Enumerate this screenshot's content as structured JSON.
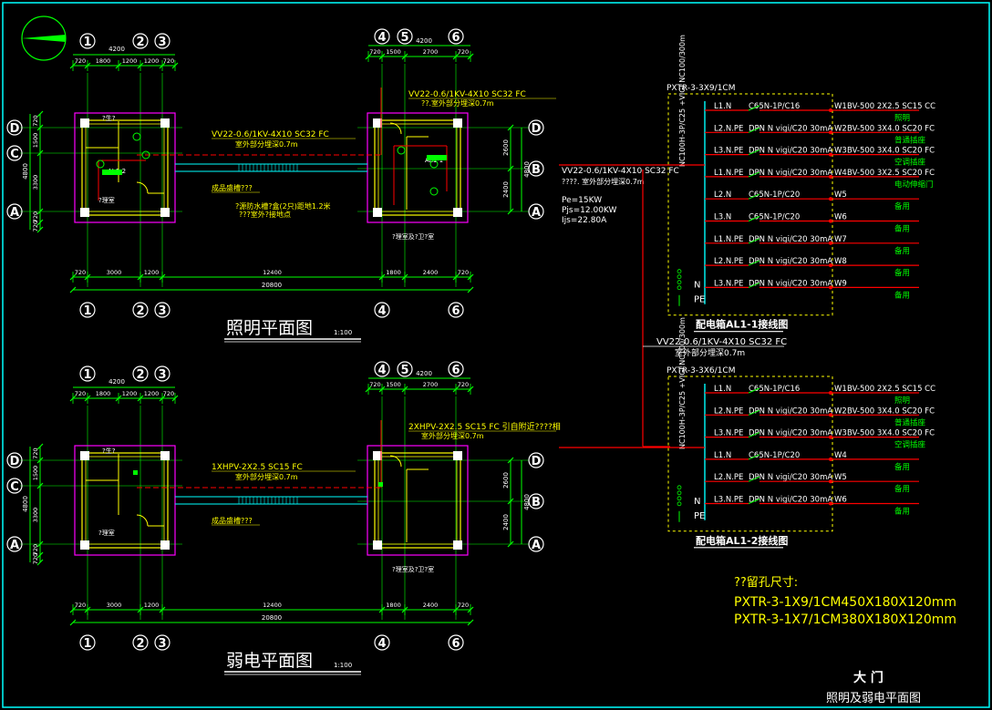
{
  "colors": {
    "background": "#000000",
    "frame": "#00ffff",
    "wall": "#ffff00",
    "column": "#ffffff",
    "grid": "#00ff00",
    "circuit_red": "#ff0000",
    "cable_cyan": "#00ffff",
    "room_outline": "#ff00ff",
    "text_white": "#ffffff",
    "text_yellow": "#ffff00",
    "text_green": "#00ff00",
    "box_dashed": "#ffff00"
  },
  "axis_labels": {
    "a1": "1",
    "a2": "2",
    "a3": "3",
    "a4": "4",
    "a5": "5",
    "a6": "6",
    "rA": "A",
    "rB": "B",
    "rC": "C",
    "rD": "D"
  },
  "plan1": {
    "title": "照明平面图",
    "scale": "1:100",
    "dims_top_left": [
      "720",
      "1800",
      "1200",
      "1200",
      "720"
    ],
    "dim_top_left_total": "4200",
    "dims_top_right": [
      "720",
      "1500",
      "2700",
      "720"
    ],
    "dim_top_right_total": "4200",
    "dims_bottom": [
      "720",
      "3000",
      "1200",
      "12400",
      "1800",
      "2400",
      "720"
    ],
    "dim_bottom_total": "20800",
    "dims_left": [
      "720",
      "1500",
      "3300",
      "720",
      "720"
    ],
    "dim_left_total": "4800",
    "dims_right": [
      "2600",
      "2400"
    ],
    "dim_right_total": "4800",
    "cable_main": "VV22-0.6/1KV-4X10 SC32 FC",
    "cable_main_note": "室外部分埋深0.7m",
    "cable_right": "VV22-0.6/1KV-4X10 SC32 FC",
    "cable_right_note": "??.室外部分埋深0.7m",
    "trench_note": "成品盛槽???",
    "ground_note": "?源防水槽?盒(2只)距地1.2米",
    "ground_note2": "???室外?接地点",
    "panel_label": "AL1-2",
    "panel_label_right": "AL1-1",
    "room_note_left": "?理室",
    "room_note_right": "?理室及?卫?室",
    "small_label": "?生?"
  },
  "plan2": {
    "title": "弱电平面图",
    "scale": "1:100",
    "dims_top_left": [
      "720",
      "1800",
      "1200",
      "1200",
      "720"
    ],
    "dim_top_left_total": "4200",
    "dims_top_right": [
      "720",
      "1500",
      "2700",
      "720"
    ],
    "dim_top_right_total": "4200",
    "dims_bottom": [
      "720",
      "3000",
      "1200",
      "12400",
      "1800",
      "2400",
      "720"
    ],
    "dim_bottom_total": "20800",
    "dims_left": [
      "720",
      "1500",
      "3300",
      "720",
      "720"
    ],
    "dim_left_total": "4800",
    "dims_right": [
      "2600",
      "2400"
    ],
    "dim_right_total": "4800",
    "cable_main": "1XHPV-2X2.5 SC15 FC",
    "cable_main_note": "室外部分埋深0.7m",
    "cable_right": "2XHPV-2X2.5 SC15 FC 引自附近????相",
    "cable_right_note": "室外部分埋深0.7m",
    "trench_note": "成品盛槽???",
    "room_note_left": "?理室",
    "room_note_right": "?理室及?卫?室",
    "small_label": "?生?"
  },
  "box1": {
    "header": "PXTR-3-3X9/1CM",
    "caption": "配电箱AL1-1接线图",
    "incoming": "VV22-0.6/1KV-4X10 SC32 FC",
    "incoming_note": "????. 室外部分埋深0.7m",
    "main_breaker": "NC100H-3P/C25 +VIGI NC100/300m",
    "pe": "Pe=15KW",
    "pjs": "Pjs=12.00KW",
    "ijs": "Ijs=22.80A",
    "n_label": "N",
    "pe_label": "PE",
    "circuits": [
      {
        "phase": "L1.N",
        "breaker": "C65N-1P/C16",
        "id": "W1",
        "cable": "BV-500 2X2.5 SC15 CC",
        "use": "照明"
      },
      {
        "phase": "L2.N.PE",
        "breaker": "DPN N vigi/C20 30mA",
        "id": "W2",
        "cable": "BV-500 3X4.0 SC20 FC",
        "use": "普通插座"
      },
      {
        "phase": "L3.N.PE",
        "breaker": "DPN N vigi/C20 30mA",
        "id": "W3",
        "cable": "BV-500 3X4.0 SC20 FC",
        "use": "空调插座"
      },
      {
        "phase": "L1.N.PE",
        "breaker": "DPN N vigi/C20 30mA",
        "id": "W4",
        "cable": "BV-500 3X2.5 SC20 FC",
        "use": "电动伸缩门"
      },
      {
        "phase": "L2.N",
        "breaker": "C65N-1P/C20",
        "id": "W5",
        "cable": "",
        "use": "备用"
      },
      {
        "phase": "L3.N",
        "breaker": "C65N-1P/C20",
        "id": "W6",
        "cable": "",
        "use": "备用"
      },
      {
        "phase": "L1.N.PE",
        "breaker": "DPN N vigi/C20 30mA",
        "id": "W7",
        "cable": "",
        "use": "备用"
      },
      {
        "phase": "L2.N.PE",
        "breaker": "DPN N vigi/C20 30mA",
        "id": "W8",
        "cable": "",
        "use": "备用"
      },
      {
        "phase": "L3.N.PE",
        "breaker": "DPN N vigi/C20 30mA",
        "id": "W9",
        "cable": "",
        "use": "备用"
      }
    ]
  },
  "link_cable": "VV22-0.6/1KV-4X10 SC32 FC",
  "link_cable_note": "室外部分埋深0.7m",
  "box2": {
    "header": "PXTR-3-3X6/1CM",
    "caption": "配电箱AL1-2接线图",
    "main_breaker": "NC100H-3P/C25 +VIGI NC100/300m",
    "n_label": "N",
    "pe_label": "PE",
    "circuits": [
      {
        "phase": "L1.N",
        "breaker": "C65N-1P/C16",
        "id": "W1",
        "cable": "BV-500 2X2.5 SC15 CC",
        "use": "照明"
      },
      {
        "phase": "L2.N.PE",
        "breaker": "DPN N vigi/C20 30mA",
        "id": "W2",
        "cable": "BV-500 3X4.0 SC20 FC",
        "use": "普通插座"
      },
      {
        "phase": "L3.N.PE",
        "breaker": "DPN N vigi/C20 30mA",
        "id": "W3",
        "cable": "BV-500 3X4.0 SC20 FC",
        "use": "空调插座"
      },
      {
        "phase": "L1.N",
        "breaker": "C65N-1P/C20",
        "id": "W4",
        "cable": "",
        "use": "备用"
      },
      {
        "phase": "L2.N.PE",
        "breaker": "DPN N vigi/C20 30mA",
        "id": "W5",
        "cable": "",
        "use": "备用"
      },
      {
        "phase": "L3.N.PE",
        "breaker": "DPN N vigi/C20 30mA",
        "id": "W6",
        "cable": "",
        "use": "备用"
      }
    ]
  },
  "notes": {
    "heading": "??留孔尺寸:",
    "line1": "PXTR-3-1X9/1CM450X180X120mm",
    "line2": "PXTR-3-1X7/1CM380X180X120mm"
  },
  "title_block": {
    "name": "大  门",
    "subtitle": "照明及弱电平面图"
  }
}
